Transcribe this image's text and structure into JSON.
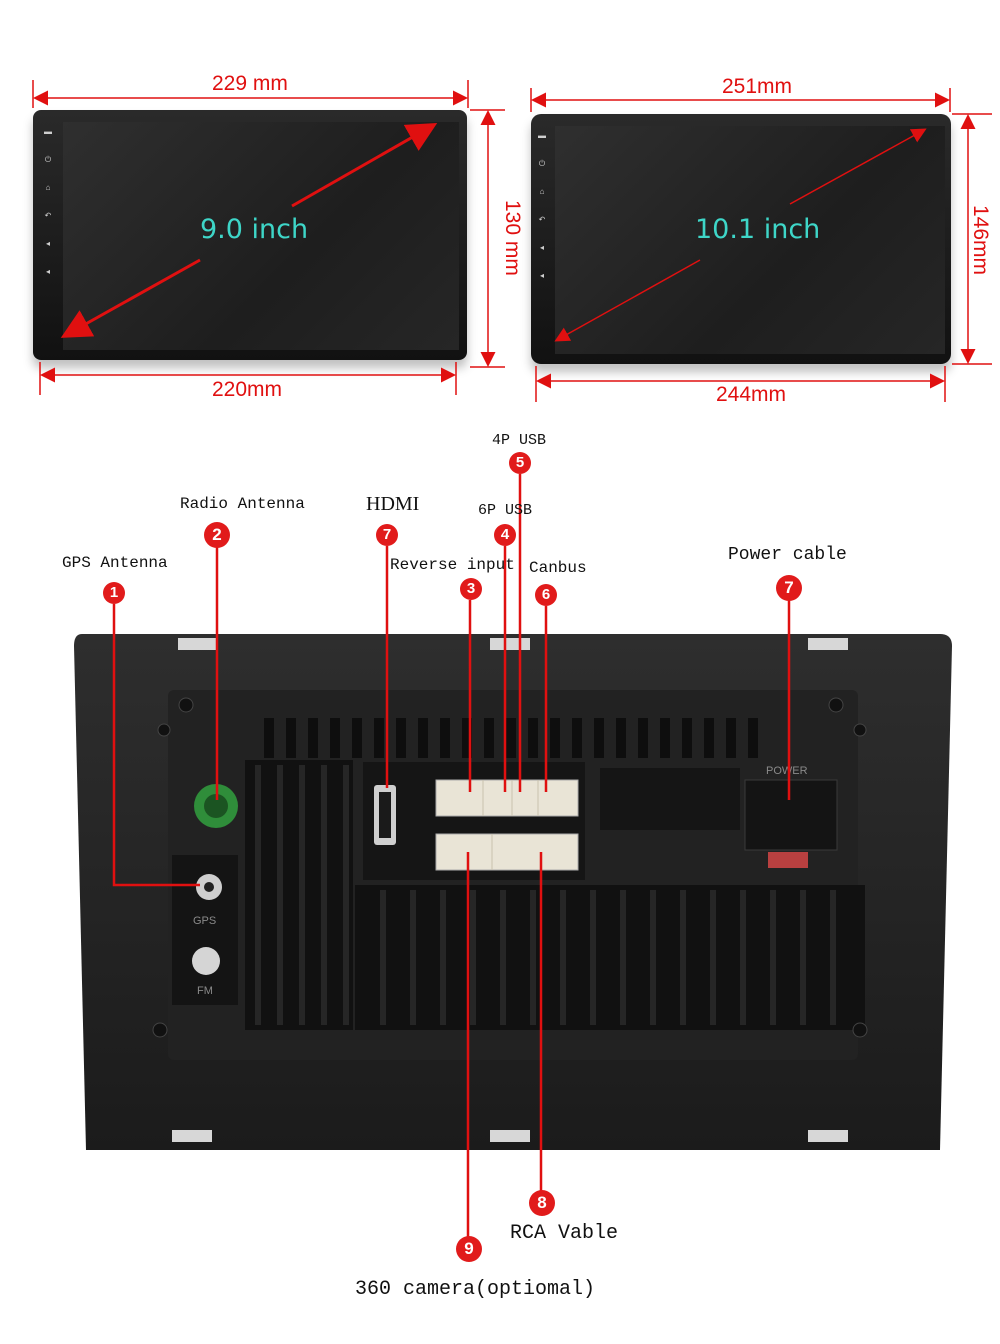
{
  "dimensions": {
    "small_top": "229 mm",
    "small_side": "130 mm",
    "small_bottom": "220mm",
    "small_screen": "9.0 inch",
    "large_top": "251mm",
    "large_side": "146mm",
    "large_bottom": "244mm",
    "large_screen": "10.1 inch"
  },
  "ports": [
    {
      "num": "1",
      "label": "GPS Antenna"
    },
    {
      "num": "2",
      "label": "Radio Antenna"
    },
    {
      "num": "7",
      "label": "HDMI"
    },
    {
      "num": "3",
      "label": "Reverse input"
    },
    {
      "num": "4",
      "label": "6P USB"
    },
    {
      "num": "5",
      "label": "4P USB"
    },
    {
      "num": "6",
      "label": "Canbus"
    },
    {
      "num": "7",
      "label": "Power cable"
    },
    {
      "num": "8",
      "label": "RCA Vable"
    },
    {
      "num": "9",
      "label": "360 camera(optiomal)"
    }
  ],
  "rear_marks": {
    "power": "POWER",
    "gps": "GPS",
    "fm": "FM"
  },
  "colors": {
    "accent": "#e11b1b",
    "screen_text": "#3ed6c8",
    "unit": "#1c1c1c"
  }
}
